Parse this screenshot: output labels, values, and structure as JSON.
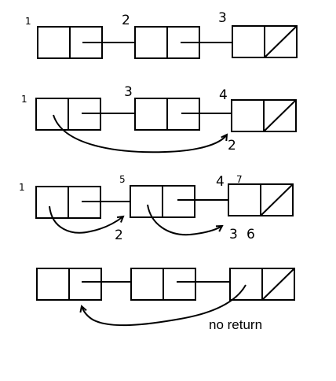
{
  "rows": [
    {
      "id": "row-1",
      "labels": [
        "1",
        "2",
        "3"
      ],
      "arrow_labels": []
    },
    {
      "id": "row-2",
      "labels": [
        "1",
        "3",
        "4"
      ],
      "arrow_labels": [
        "2"
      ]
    },
    {
      "id": "row-3",
      "labels": [
        "1",
        "5",
        "4",
        "7"
      ],
      "arrow_labels": [
        "2",
        "3",
        "6"
      ]
    },
    {
      "id": "row-4",
      "labels": [],
      "arrow_labels": [],
      "note": "no return"
    }
  ]
}
